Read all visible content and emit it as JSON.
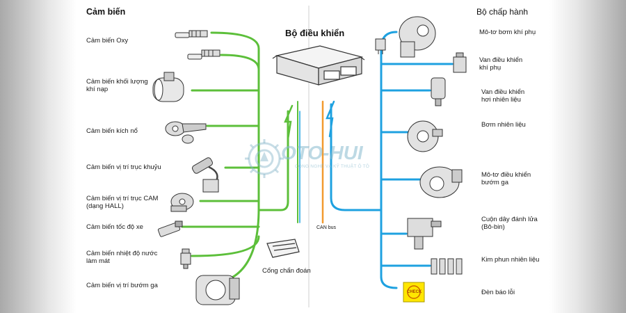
{
  "headers": {
    "sensors": "Cảm biến",
    "actuators": "Bộ chấp hành",
    "ecu": "Bộ điều khiển"
  },
  "sensors": [
    {
      "label": "Cảm biến Oxy"
    },
    {
      "label": "Cảm biến khối lượng\nkhí nạp"
    },
    {
      "label": "Cảm biến kích nổ"
    },
    {
      "label": "Cảm biến vị trí trục khuỷu"
    },
    {
      "label": "Cảm biến vị trí trục CAM\n(dạng HALL)"
    },
    {
      "label": "Cảm biến tốc độ xe"
    },
    {
      "label": "Cảm biến nhiệt độ nước\nlàm mát"
    },
    {
      "label": "Cảm biến vị trí bướm ga"
    }
  ],
  "actuators": [
    {
      "label": "Mô-tơ bơm khí phụ"
    },
    {
      "label": "Van điều khiển\nkhí phụ"
    },
    {
      "label": "Van điều khiển\nhơi nhiên liệu"
    },
    {
      "label": "Bơm nhiên liệu"
    },
    {
      "label": "Mô-tơ điều khiển\nbướm ga"
    },
    {
      "label": "Cuộn dây đánh lửa\n(Bô-bin)"
    },
    {
      "label": "Kim phun nhiên liệu"
    },
    {
      "label": "Đèn báo lỗi"
    }
  ],
  "diagnostic": {
    "label": "Cổng chẩn đoán"
  },
  "can_bus": {
    "label": "CAN bus"
  },
  "watermark": {
    "brand": "OTO-HUI",
    "tagline": "CÔNG NGHỆ VÀ KỸ THUẬT Ô TÔ"
  },
  "lamp": {
    "text": "CHECK"
  },
  "colors": {
    "sensor_line": "#5cbf3a",
    "actuator_line": "#1ea1e0",
    "can_line": "#f29a2e",
    "divider": "#cfcfcf"
  }
}
